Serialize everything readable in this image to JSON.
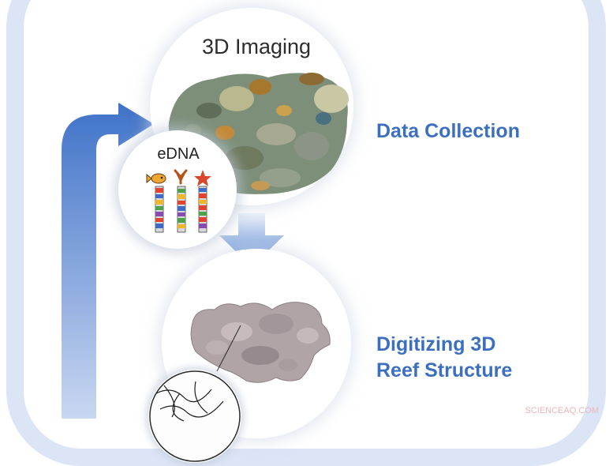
{
  "diagram": {
    "top_circle_title": "3D Imaging",
    "label_data_collection": "Data Collection",
    "edna_label": "eDNA",
    "label_digitizing_line1": "Digitizing 3D",
    "label_digitizing_line2": "Reef Structure"
  },
  "watermark": "SCIENCEAQ.COM",
  "colors": {
    "accent_blue": "#3c6fbe",
    "outer_band": "#dbe5f6",
    "arrow_blue": "#4d7fd0"
  },
  "icons": [
    "reef-photo",
    "dna-strand-icon",
    "coral-icon",
    "fish-icon",
    "starfish-icon",
    "reef-3d-model",
    "microscope-detail"
  ]
}
